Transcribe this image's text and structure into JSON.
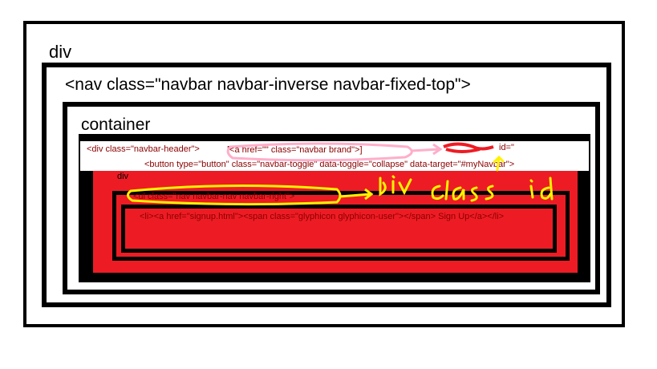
{
  "labels": {
    "outer_div": "div",
    "nav": "<nav class=\"navbar navbar-inverse navbar-fixed-top\">",
    "container": "container",
    "inner_div": "div"
  },
  "code_lines": {
    "navbar_header": "<div class=\"navbar-header\">",
    "anchor_brand": "[<a href=\"\" class=\"navbar brand\">]",
    "button": "<button type=\"button\" class=\"navbar-toggle\" data-toggle=\"collapse\" data-target=\"#myNavbar\">",
    "ul": "<ul class=\"nav navbar-nav navbar-right\">",
    "li": "<li><a href=\"signup.html\"><span class=\"glyphicon glyphicon-user\"></span> Sign Up</a></li>"
  },
  "annotations": {
    "handwritten": "->div class id",
    "struck_fragment": "id=\""
  },
  "colors": {
    "border": "#000000",
    "red_fill": "#ed1c24",
    "code_text": "#8b0000",
    "pink_marker": "#ffaec9",
    "yellow_marker": "#fff200"
  }
}
